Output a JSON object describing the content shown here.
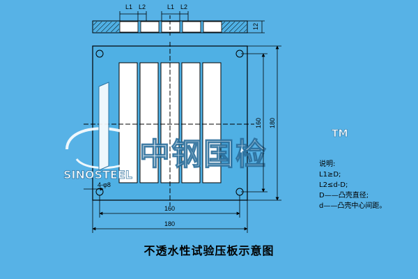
{
  "caption": "不透水性试验压板示意图",
  "dimensions": {
    "l1": "L1",
    "l2": "L2",
    "l1_right": "L1",
    "l2_right": "L2",
    "thickness": "12",
    "inner_h": "160",
    "outer_h": "180",
    "hole": "4-φ8",
    "inner_w": "160",
    "outer_w": "180"
  },
  "watermark": {
    "brand_cn": "中钢国检",
    "brand_en": "SINOSTEEL",
    "tm": "TM"
  },
  "notes": {
    "title": "说明:",
    "lines": [
      "L1≥D;",
      "L2≤d-D;",
      "D——凸壳直径;",
      "d——凸壳中心间距。"
    ]
  },
  "colors": {
    "background": "#57b2e6",
    "plate": "#4fb0e4",
    "slot": "#ffffff",
    "line": "#000000",
    "watermark": "#ffffff"
  }
}
